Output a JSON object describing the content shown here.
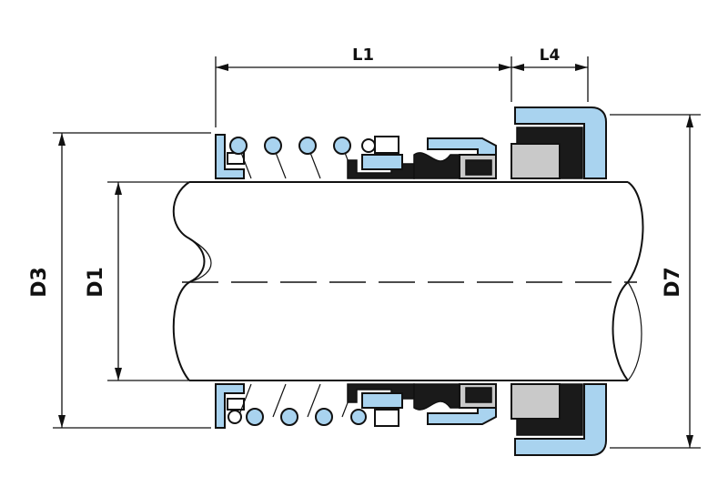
{
  "dimensions": {
    "L1": "L1",
    "L4": "L4",
    "D1": "D1",
    "D3": "D3",
    "D7": "D7"
  },
  "colors": {
    "line": "#111111",
    "part_blue": "#a9d3ef",
    "part_grey": "#c9c9c9",
    "part_black": "#1a1a1a",
    "background": "#ffffff"
  }
}
